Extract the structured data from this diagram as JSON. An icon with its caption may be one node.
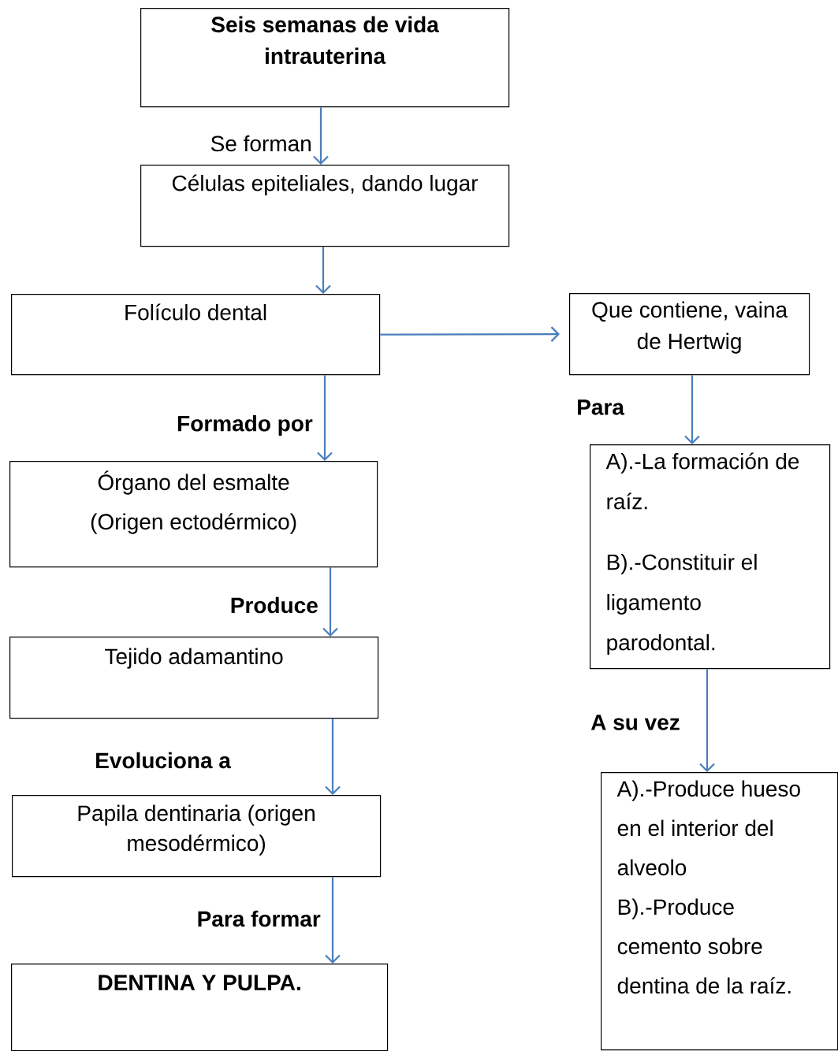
{
  "diagram": {
    "nodes": [
      {
        "text": [
          "Seis semanas de vida intrauterina"
        ]
      },
      {
        "text": [
          "Células epiteliales, dando lugar"
        ]
      },
      {
        "text": [
          "Folículo dental"
        ]
      },
      {
        "text": [
          "Que contiene, vaina de Hertwig"
        ]
      },
      {
        "text": [
          "Órgano del esmalte",
          "(Origen ectodérmico)"
        ]
      },
      {
        "text": [
          "A).-La formación de raíz.",
          "B).-Constituir el ligamento parodontal."
        ]
      },
      {
        "text": [
          "Tejido adamantino"
        ]
      },
      {
        "text": [
          "A).-Produce hueso en el interior del alveolo",
          "B).-Produce cemento sobre dentina de la raíz."
        ]
      },
      {
        "text": [
          "Papila dentinaria (origen mesodérmico)"
        ]
      },
      {
        "text": [
          "DENTINA Y PULPA."
        ]
      }
    ],
    "edges": [
      {
        "from": 0,
        "to": 1,
        "arrow": "to",
        "label": "Se forman"
      },
      {
        "from": 1,
        "to": 2,
        "arrow": "to"
      },
      {
        "from": 2,
        "to": 3,
        "arrow": "to"
      },
      {
        "from": 2,
        "to": 4,
        "arrow": "to",
        "label": "Formado por"
      },
      {
        "from": 3,
        "to": 5,
        "arrow": "to",
        "label": "Para"
      },
      {
        "from": 4,
        "to": 6,
        "arrow": "to",
        "label": "Produce"
      },
      {
        "from": 5,
        "to": 7,
        "arrow": "to",
        "label": "A su vez"
      },
      {
        "from": 6,
        "to": 8,
        "arrow": "to",
        "label": "Evoluciona a"
      },
      {
        "from": 8,
        "to": 9,
        "arrow": "to",
        "label": "Para formar"
      }
    ]
  }
}
